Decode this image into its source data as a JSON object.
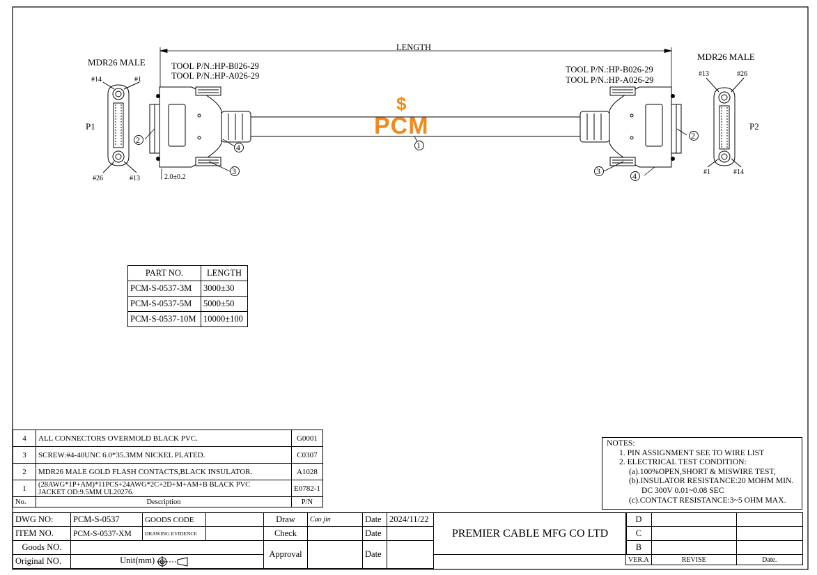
{
  "drawing": {
    "length_label": "LENGTH",
    "left": {
      "connector_name": "MDR26 MALE",
      "port": "P1",
      "pin_top_left": "#14",
      "pin_top_right": "#1",
      "pin_bottom_left": "#26",
      "pin_bottom_right": "#13",
      "tool_pn_1": "TOOL P/N.:HP-B026-29",
      "tool_pn_2": "TOOL P/N.:HP-A026-29",
      "dimension": "2.0±0.2"
    },
    "right": {
      "connector_name": "MDR26 MALE",
      "port": "P2",
      "pin_top_left": "#13",
      "pin_top_right": "#26",
      "pin_bottom_left": "#1",
      "pin_bottom_right": "#14",
      "tool_pn_1": "TOOL P/N.:HP-B026-29",
      "tool_pn_2": "TOOL P/N.:HP-A026-29"
    },
    "callouts": [
      "1",
      "2",
      "3",
      "4"
    ],
    "logo_text": "PCM",
    "logo_symbol": "$",
    "brand_color": "#f08a1c"
  },
  "length_table": {
    "headers": [
      "PART NO.",
      "LENGTH"
    ],
    "rows": [
      [
        "PCM-S-0537-3M",
        "3000±30"
      ],
      [
        "PCM-S-0537-5M",
        "5000±50"
      ],
      [
        "PCM-S-0537-10M",
        "10000±100"
      ]
    ]
  },
  "bom": {
    "rows": [
      {
        "no": "4",
        "desc1": "ALL CONNECTORS OVERMOLD BLACK PVC.",
        "desc2": "",
        "pn": "G0001"
      },
      {
        "no": "3",
        "desc1": "SCREW:#4-40UNC 6.0*35.3MM NICKEL PLATED.",
        "desc2": "",
        "pn": "C0307"
      },
      {
        "no": "2",
        "desc1": "MDR26 MALE GOLD FLASH CONTACTS,BLACK INSULATOR.",
        "desc2": "",
        "pn": "A1028"
      },
      {
        "no": "1",
        "desc1": "(28AWG*1P+AM)*11PCS+24AWG*2C+2D+M+AM+B BLACK PVC",
        "desc2": "JACKET OD:9.5MM UL20276.",
        "pn": "E0782-1"
      }
    ],
    "header_no": "No.",
    "header_desc": "Description",
    "header_pn": "P/N"
  },
  "notes": {
    "title": "NOTES:",
    "lines": [
      "1.  PIN ASSIGNMENT SEE TO WIRE LIST",
      "2.  ELECTRICAL TEST CONDITION:",
      "(a).100%OPEN,SHORT & MISWIRE TEST,",
      "(b).INSULATOR RESISTANCE:20 MOHM MIN.",
      "DC 300V 0.01~0.08 SEC",
      "(c).CONTACT RESISTANCE:3~5 OHM MAX."
    ]
  },
  "title_block": {
    "dwg_no_label": "DWG NO:",
    "dwg_no": "PCM-S-0537",
    "goods_code_label": "GOODS CODE",
    "item_no_label": "ITEM NO.",
    "item_no": "PCM-S-0537-XM",
    "drawing_evidence_label": "DRAWING EVIDENCE",
    "goods_no_label": "Goods NO.",
    "original_no_label": "Original NO.",
    "unit_label": "Unit(mm)",
    "draw_label": "Draw",
    "draw_signature": "Cao jin",
    "check_label": "Check",
    "approval_label": "Approval",
    "date_label": "Date",
    "draw_date": "2024/11/22",
    "company": "PREMIER CABLE MFG CO LTD"
  },
  "revision": {
    "rows": [
      "D",
      "C",
      "B"
    ],
    "ver_label": "VER.A",
    "revise_label": "REVISE",
    "date_label": "Date."
  }
}
